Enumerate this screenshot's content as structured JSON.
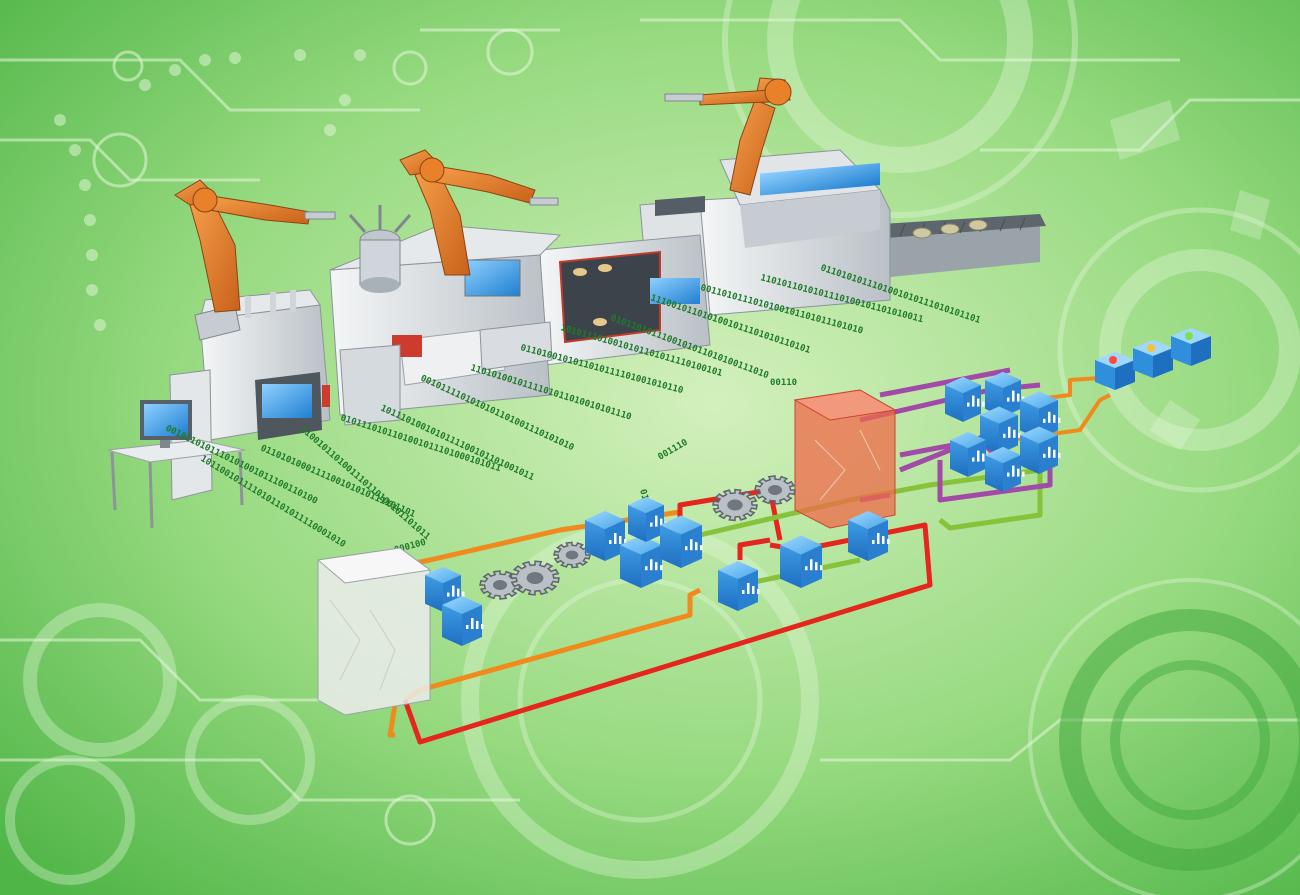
{
  "scene": {
    "palette": {
      "background_light": "#c8ecb0",
      "background_mid": "#8fd67a",
      "background_dark": "#54b84a",
      "robot_orange": "#e8812a",
      "machine_gray": "#d9dde0",
      "screen_blue": "#3fa3e6",
      "module_blue": "#2f8fdc",
      "line_orange": "#f08a1c",
      "line_red": "#e4261e",
      "line_green": "#86c23a",
      "line_purple": "#a14aa8",
      "data_stream_green": "#1f7a2a",
      "server_red": "#f06a4a"
    },
    "icons": [
      "robot-arm-icon",
      "machine-cabinet-icon",
      "monitor-icon",
      "conveyor-belt-icon",
      "gear-icon",
      "data-module-icon",
      "server-rack-icon",
      "status-light-icon"
    ]
  },
  "binary_streams": [
    "0010110101110101001011100110100",
    "1011001011110101101011110001010",
    "0110101000111100101010111101101",
    "1100101101001110110100101101011",
    "0101110101101001011101000101011",
    "1011101001010111100101101001011",
    "0010111101010101101001110101010",
    "1101010010111101011010010101110",
    "0110100101011010111101001010110",
    "1010111010010101101011110100101",
    "0101101011100101011010100111010",
    "1110010110101001011101010110101",
    "0011010111010100101101011101010",
    "1101011010101110100101101010011",
    "0110101011101001010111010101101"
  ],
  "small_labels": [
    "00110",
    "001110",
    "01110",
    "000100"
  ]
}
